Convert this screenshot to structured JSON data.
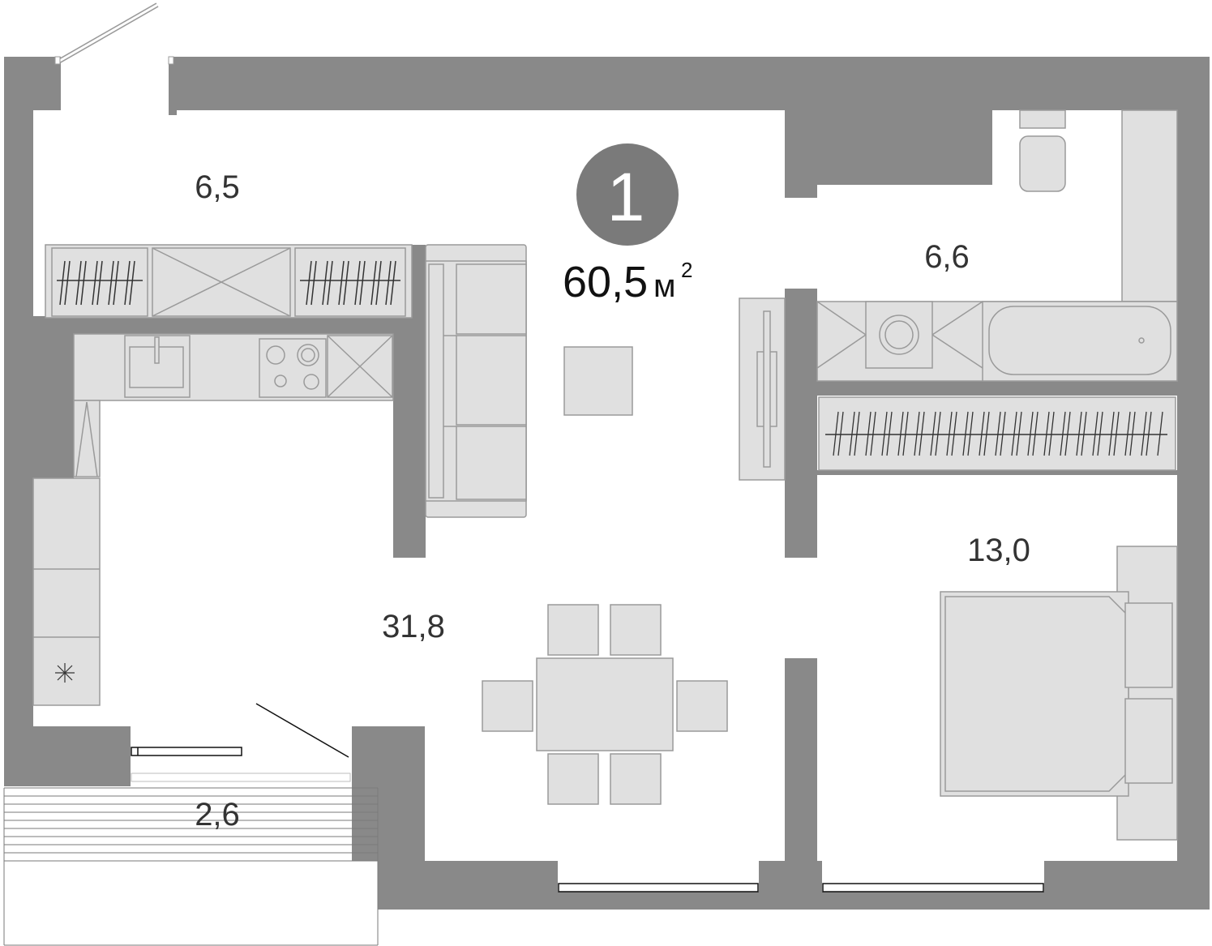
{
  "plan": {
    "rooms_badge": "1",
    "total_area": "60,5",
    "area_unit": "м",
    "area_unit_power": "2",
    "rooms": [
      {
        "id": "hallway",
        "area": "6,5"
      },
      {
        "id": "bathroom",
        "area": "6,6"
      },
      {
        "id": "living-kitchen",
        "area": "31,8"
      },
      {
        "id": "bedroom",
        "area": "13,0"
      },
      {
        "id": "balcony",
        "area": "2,6"
      }
    ]
  },
  "colors": {
    "wall": "#898989",
    "furniture_fill": "#e0e0e0",
    "furniture_stroke": "#9a9a9a",
    "badge": "#7a7a7a",
    "label": "#333333",
    "background": "#ffffff"
  }
}
